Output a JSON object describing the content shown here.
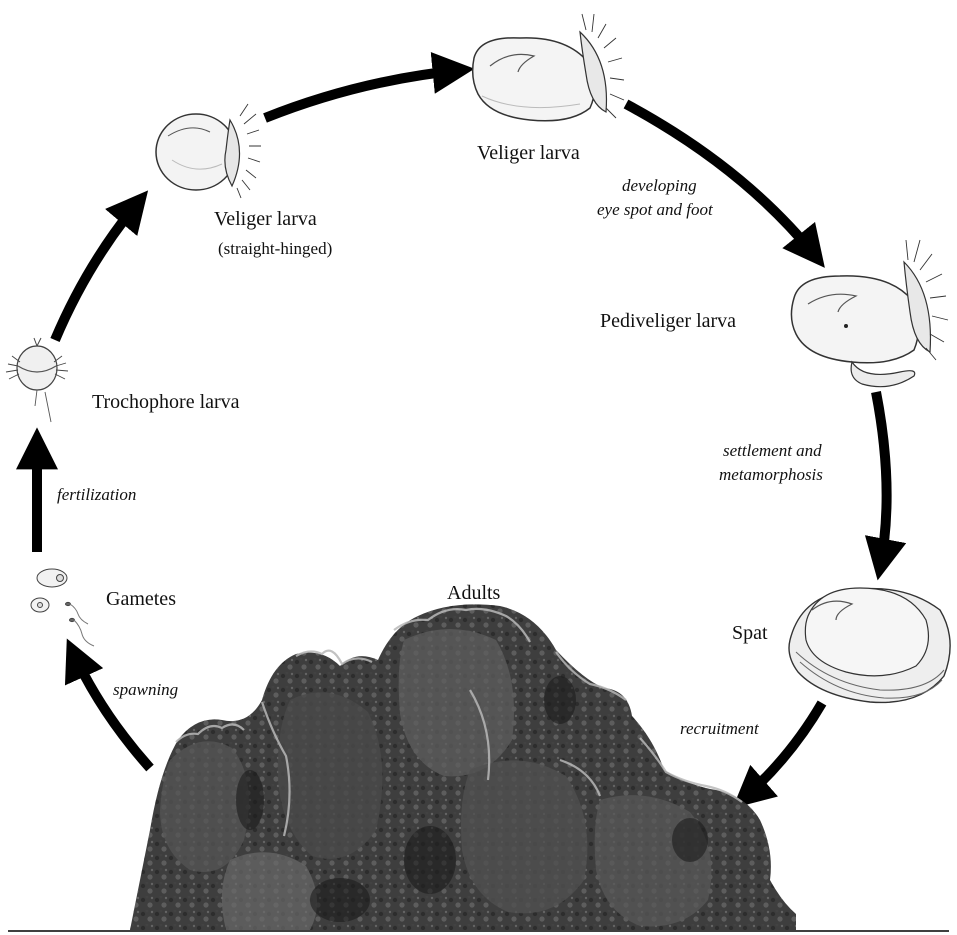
{
  "stages": {
    "gametes": "Gametes",
    "trochophore": "Trochophore larva",
    "veliger_straight": "Veliger larva",
    "veliger_straight_note": "(straight-hinged)",
    "veliger": "Veliger larva",
    "pediveliger": "Pediveliger larva",
    "spat": "Spat",
    "adults": "Adults"
  },
  "processes": {
    "spawning": "spawning",
    "fertilization": "fertilization",
    "developing_line1": "developing",
    "developing_line2": "eye spot and foot",
    "settlement_line1": "settlement and",
    "settlement_line2": "metamorphosis",
    "recruitment": "recruitment"
  },
  "colors": {
    "arrow": "#000000",
    "adult_dark": "#2e2e2e",
    "adult_mid": "#5a5a5a",
    "adult_light": "#9a9a9a"
  }
}
